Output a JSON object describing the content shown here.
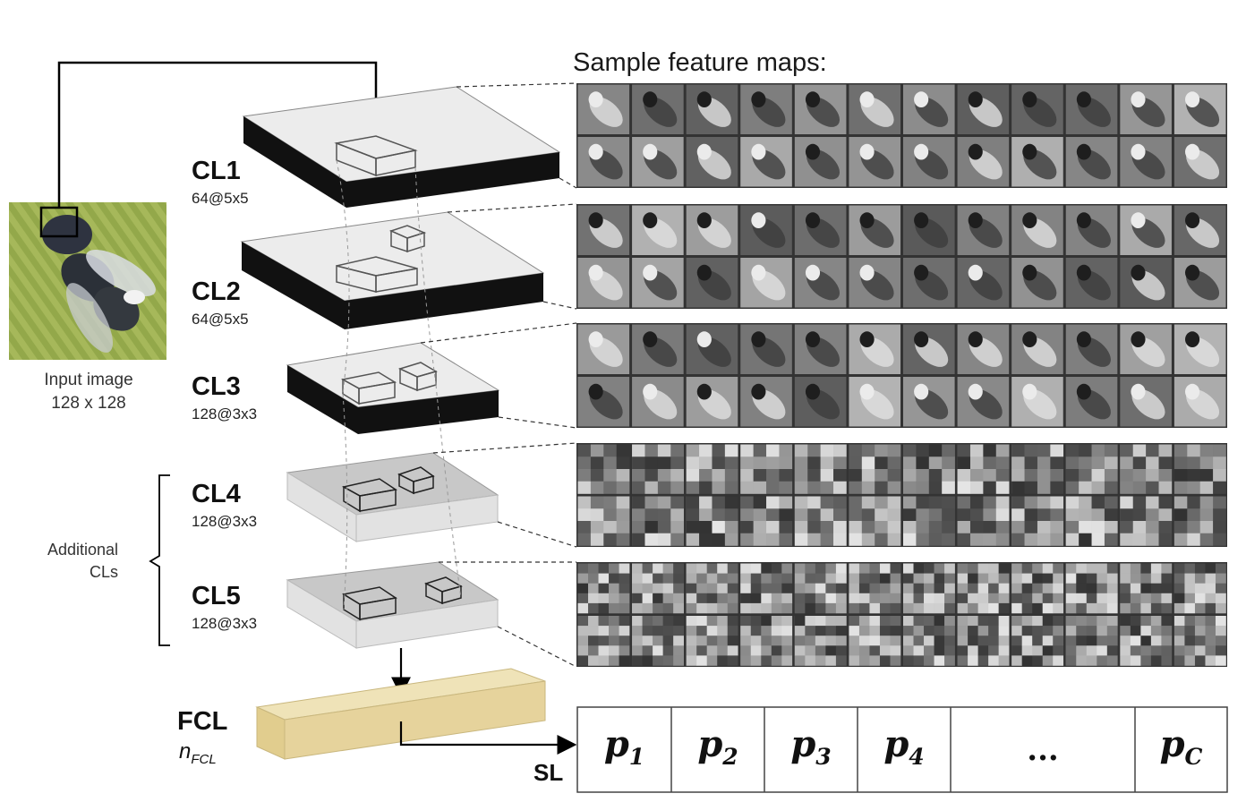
{
  "sample_title": "Sample  feature maps:",
  "input_caption": {
    "line1": "Input image",
    "line2": "128 x 128"
  },
  "layers": [
    {
      "name": "CL1",
      "param": "64@5x5"
    },
    {
      "name": "CL2",
      "param": "64@5x5"
    },
    {
      "name": "CL3",
      "param": "128@3x3"
    },
    {
      "name": "CL4",
      "param": "128@3x3"
    },
    {
      "name": "CL5",
      "param": "128@3x3"
    }
  ],
  "additional_label": {
    "line1": "Additional",
    "line2": "CLs"
  },
  "fcl": {
    "name": "FCL",
    "param_base": "n",
    "param_sub": "FCL"
  },
  "sl_label": "SL",
  "outputs": [
    {
      "base": "p",
      "sub": "1"
    },
    {
      "base": "p",
      "sub": "2"
    },
    {
      "base": "p",
      "sub": "3"
    },
    {
      "base": "p",
      "sub": "4"
    },
    {
      "base": "...",
      "sub": ""
    },
    {
      "base": "p",
      "sub": "C"
    }
  ],
  "colors": {
    "input_bg": "#9aae4e",
    "fcl_fill": "#e6d39c",
    "slab_light": "#ececec",
    "slab_dark": "#111111",
    "slab_gray_top": "#c8c8c8",
    "slab_gray_side": "#e2e2e2"
  }
}
